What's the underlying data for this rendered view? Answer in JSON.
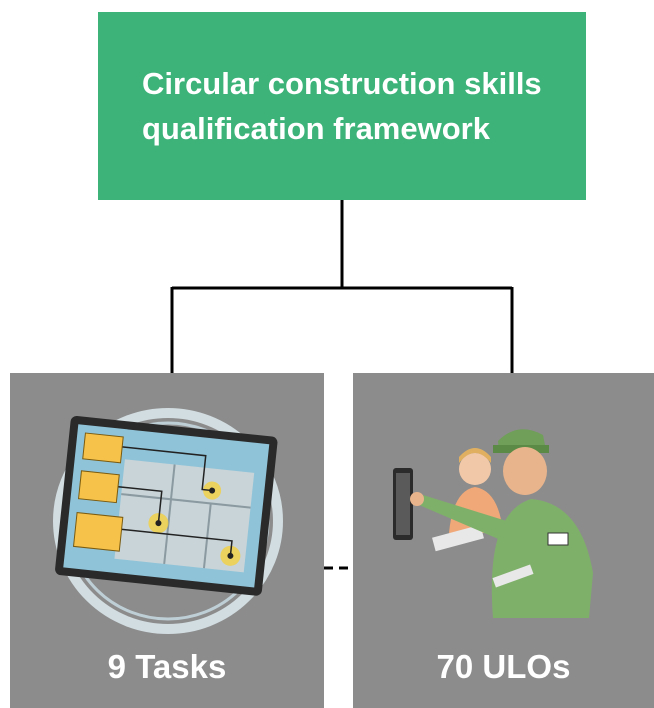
{
  "top_box": {
    "title_line1": "Circular construction skills",
    "title_line2": "qualification framework"
  },
  "cards": [
    {
      "label": "9 Tasks",
      "icon": "tablet-floorplan-icon"
    },
    {
      "label": "70 ULOs",
      "icon": "workers-panel-icon"
    }
  ],
  "colors": {
    "top_box": "#3db37a",
    "cards": "#8c8c8c",
    "lines": "#000000",
    "label_text": "#ffffff"
  }
}
